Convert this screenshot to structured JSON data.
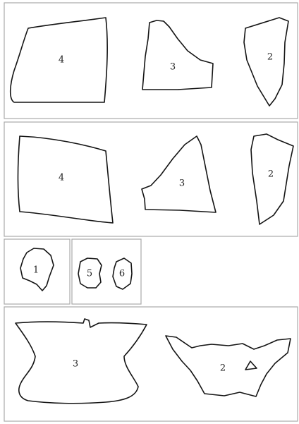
{
  "plate": {
    "panels": [
      {
        "name": "panel-row-1",
        "pieces": [
          {
            "name": "row1-piece-4",
            "label": "4"
          },
          {
            "name": "row1-piece-3",
            "label": "3"
          },
          {
            "name": "row1-piece-2",
            "label": "2"
          }
        ]
      },
      {
        "name": "panel-row-2",
        "pieces": [
          {
            "name": "row2-piece-4",
            "label": "4"
          },
          {
            "name": "row2-piece-3",
            "label": "3"
          },
          {
            "name": "row2-piece-2",
            "label": "2"
          }
        ]
      },
      {
        "name": "panel-row-3-left",
        "pieces": [
          {
            "name": "row3-piece-1",
            "label": "1"
          }
        ]
      },
      {
        "name": "panel-row-3-middle",
        "pieces": [
          {
            "name": "row3-piece-5",
            "label": "5"
          },
          {
            "name": "row3-piece-6",
            "label": "6"
          }
        ]
      },
      {
        "name": "panel-row-4",
        "pieces": [
          {
            "name": "row4-piece-3",
            "label": "3"
          },
          {
            "name": "row4-piece-2",
            "label": "2"
          }
        ]
      }
    ]
  }
}
